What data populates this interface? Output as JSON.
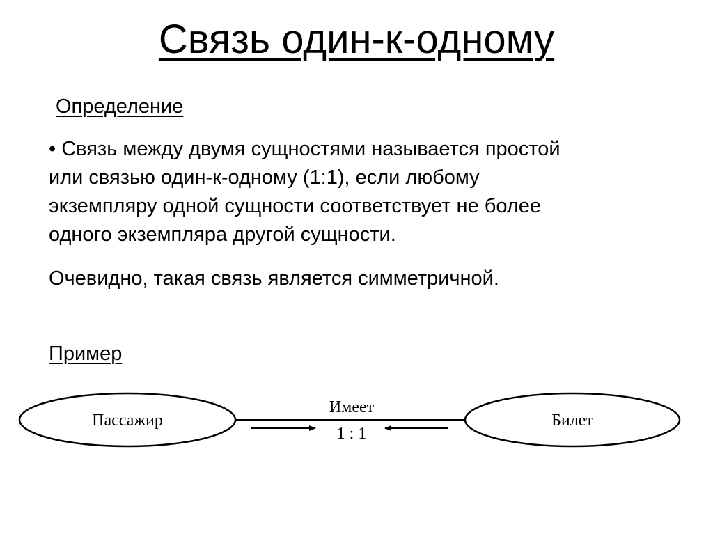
{
  "slide": {
    "title": "Связь один-к-одному",
    "definition_heading": "Определение",
    "definition_text": "• Связь между двумя сущностями называется простой или связью один-к-одному (1:1), если любому экземпляру одной сущности соответствует не более одного экземпляра другой сущности.",
    "definition_lines": [
      "• Связь между двумя сущностями называется простой",
      "или связью один-к-одному (1:1), если любому",
      "экземпляру одной сущности соответствует не более",
      "одного экземпляра другой сущности."
    ],
    "note": "Очевидно, такая связь является симметричной.",
    "example_heading": "Пример"
  },
  "diagram": {
    "left_entity": "Пассажир",
    "right_entity": "Билет",
    "relationship_name": "Имеет",
    "cardinality": "1 : 1",
    "arrows": [
      "right",
      "left"
    ],
    "stroke_color": "#000000"
  }
}
